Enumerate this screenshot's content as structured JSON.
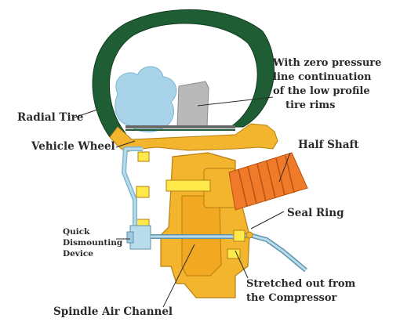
{
  "labels": {
    "radial_tire": "Radial Tire",
    "vehicle_wheel": "Vehicle Wheel",
    "half_shaft": "Half Shaft",
    "seal_ring": "Seal Ring",
    "quick_dismount_1": "Quick",
    "quick_dismount_2": "Dismounting",
    "quick_dismount_3": "Device",
    "spindle_air_channel": "Spindle Air Channel",
    "stretched_1": "Stretched out from",
    "stretched_2": "the Compressor",
    "zero_pressure_1": "With zero pressure",
    "zero_pressure_2": "line continuation",
    "zero_pressure_3": "of the low profile",
    "zero_pressure_4": "tire rims"
  },
  "colors": {
    "tire": "#1f5e34",
    "air_bladder": "#a9d3e8",
    "insert": "#b9b9b9",
    "hub": "#f4b52e",
    "hub_dark": "#b57d10",
    "half_shaft": "#ef7a2a",
    "bolt": "#ffe84a",
    "air_line": "#b8dcec",
    "text": "#2a2a2a"
  }
}
